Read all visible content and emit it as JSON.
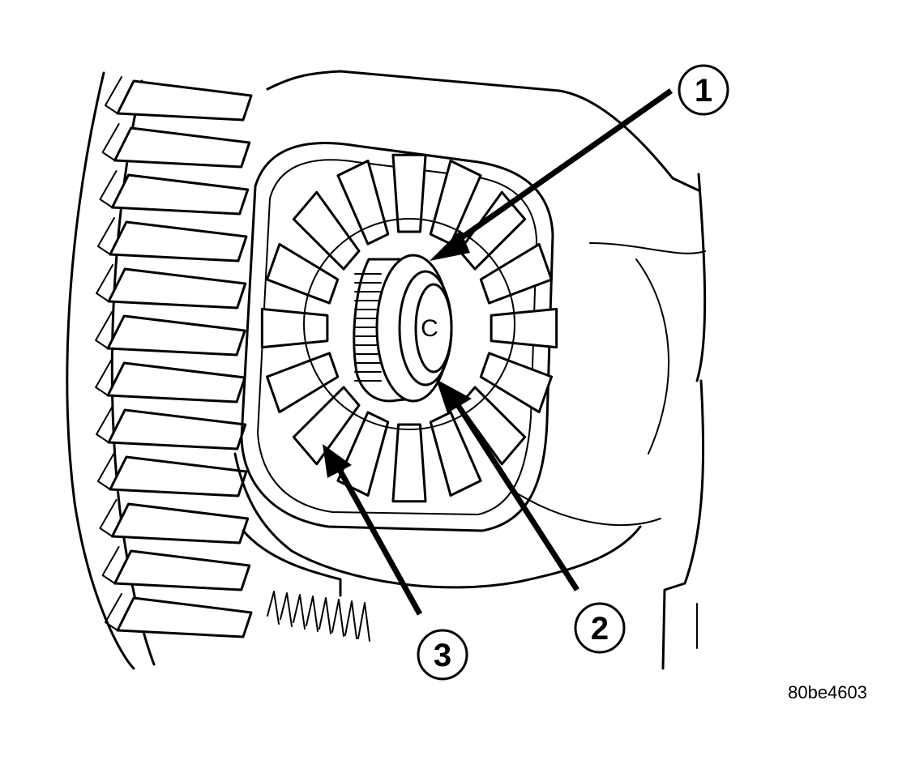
{
  "callouts": [
    {
      "id": "1",
      "label": "1"
    },
    {
      "id": "2",
      "label": "2"
    },
    {
      "id": "3",
      "label": "3"
    }
  ],
  "cap_mark": "C",
  "figure_code": "80be4603"
}
